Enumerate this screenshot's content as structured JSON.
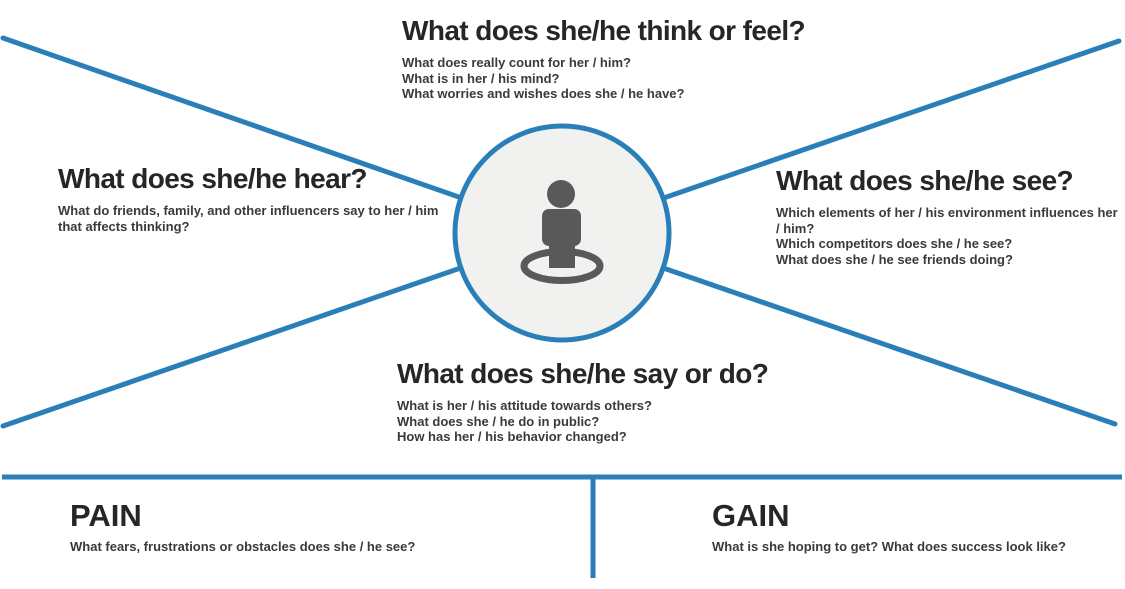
{
  "colors": {
    "accent_blue": "#2b7fb8",
    "circle_fill": "#f1f1f0",
    "icon_gray": "#595959",
    "title_color": "#262626",
    "body_color": "#3a3a3a"
  },
  "icons": {
    "persona": "person-on-location-ring-icon"
  },
  "sections": {
    "think_feel": {
      "title": "What does she/he think or feel?",
      "questions": [
        "What does really count for her / him?",
        "What is in her / his mind?",
        "What worries and wishes does she / he have?"
      ]
    },
    "hear": {
      "title": "What does she/he hear?",
      "questions": [
        "What do friends, family, and other influencers say to her / him that affects thinking?"
      ]
    },
    "see": {
      "title": "What does she/he see?",
      "questions": [
        "Which elements of her / his environment influences her / him?",
        "Which competitors does she / he see?",
        "What does she / he see friends doing?"
      ]
    },
    "say_do": {
      "title": "What does she/he say or do?",
      "questions": [
        "What is her / his attitude towards others?",
        "What does she / he do in public?",
        "How has her / his behavior changed?"
      ]
    },
    "pain": {
      "title": "PAIN",
      "questions": [
        "What fears, frustrations or obstacles does she / he see?"
      ]
    },
    "gain": {
      "title": "GAIN",
      "questions": [
        "What is she hoping to get? What does success look like?"
      ]
    }
  }
}
